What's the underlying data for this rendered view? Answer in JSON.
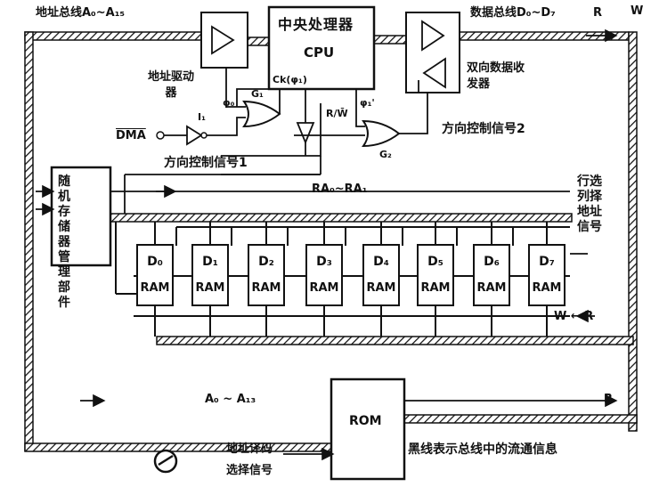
{
  "labels": {
    "cpu_line1": "中央处理器",
    "cpu_line2": "CPU",
    "clock": "Ck(φ₁)",
    "addr_bus": "地址总线A₀~A₁₅",
    "data_bus": "数据总线D₀~D₇",
    "rw_top": "R",
    "w_top": "W",
    "addr_driver": "地址驱动器",
    "transceiver": "双向数据收发器",
    "dir_ctrl1": "方向控制信号1",
    "dir_ctrl2": "方向控制信号2",
    "dma": "DMA",
    "i1": "I₁",
    "g1": "G₁",
    "g2": "G₂",
    "phi0": "φ₀",
    "phi1p": "φ₁'",
    "rw": "R/W̄",
    "ra": "RA₀~RA₁",
    "mgmt": "随机存储器管理部件",
    "row_col": "行选列择地址信号",
    "w_r": "W ← R",
    "a_range": "A₀ ~ A₁₃",
    "r_right": "R",
    "rom": "ROM",
    "addr_decode": "地址译码",
    "sel_sig": "选择信号",
    "legend": "黑线表示总线中的流通信息"
  },
  "rams": [
    {
      "d": "D₀",
      "label": "RAM"
    },
    {
      "d": "D₁",
      "label": "RAM"
    },
    {
      "d": "D₂",
      "label": "RAM"
    },
    {
      "d": "D₃",
      "label": "RAM"
    },
    {
      "d": "D₄",
      "label": "RAM"
    },
    {
      "d": "D₅",
      "label": "RAM"
    },
    {
      "d": "D₆",
      "label": "RAM"
    },
    {
      "d": "D₇",
      "label": "RAM"
    }
  ]
}
